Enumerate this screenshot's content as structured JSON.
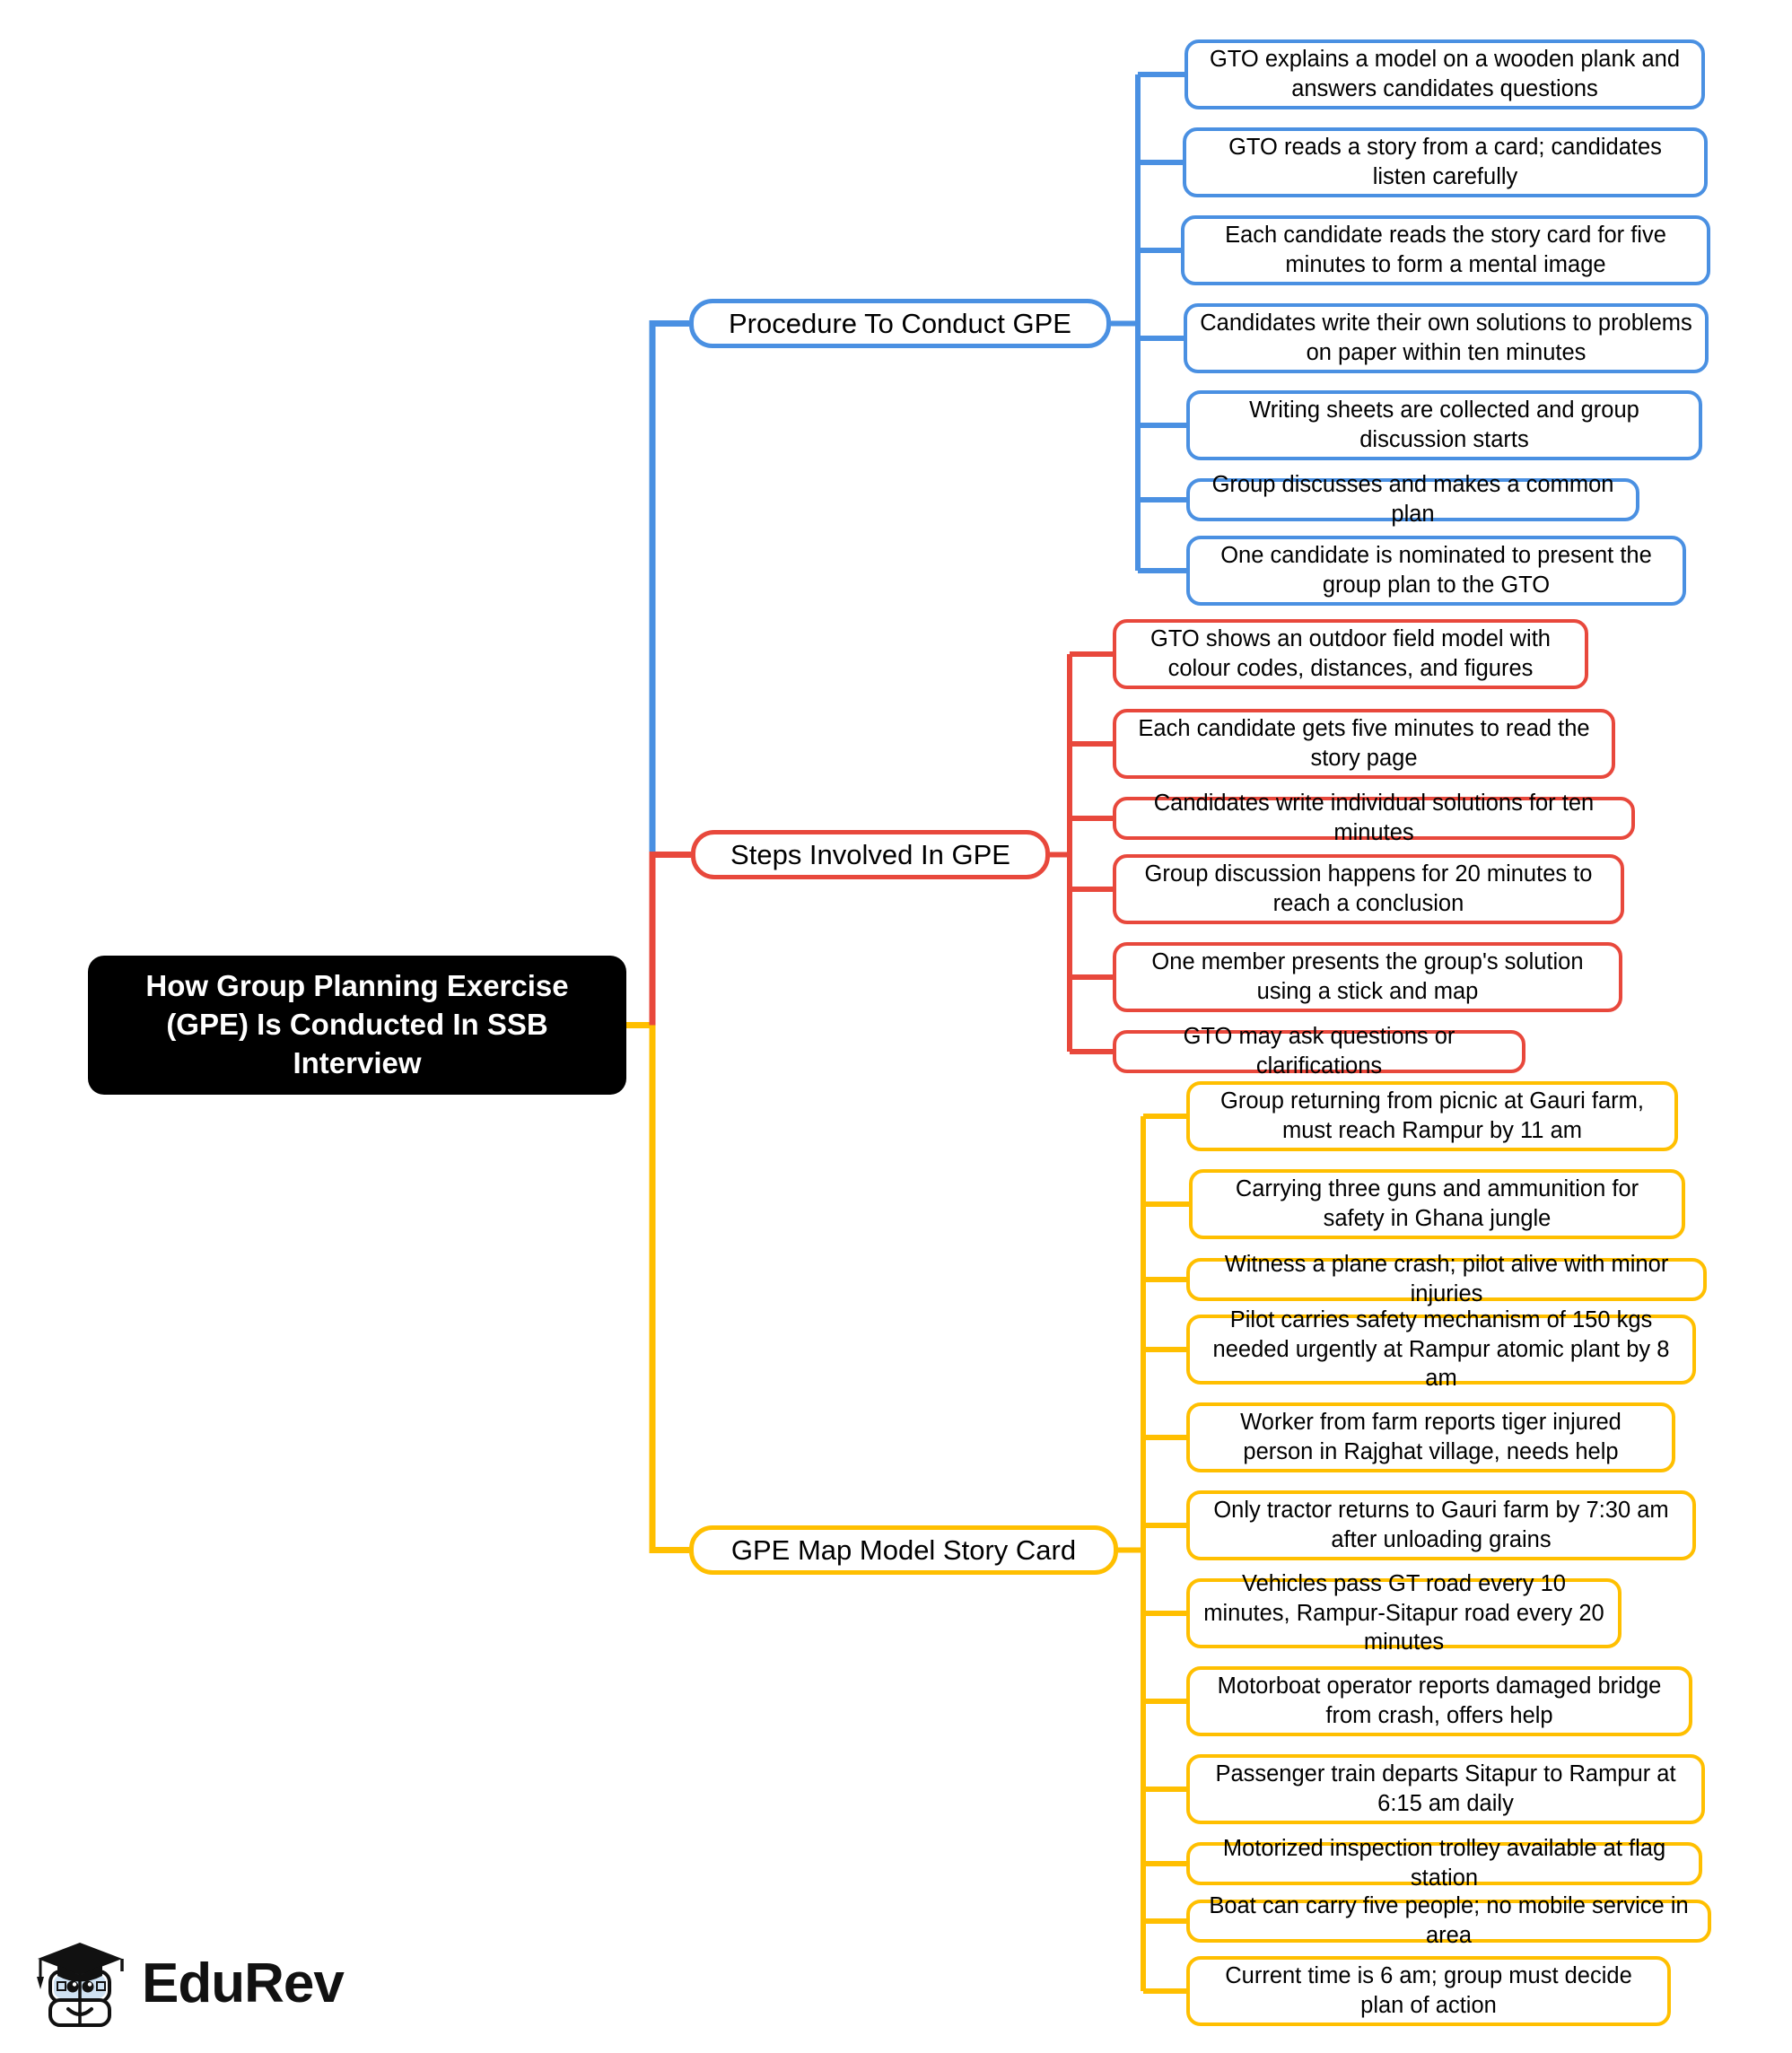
{
  "mindmap": {
    "root": {
      "label": "How Group Planning Exercise (GPE) Is Conducted In SSB Interview",
      "color": "#000000"
    },
    "branches": [
      {
        "label": "Procedure To Conduct GPE",
        "color": "#4a90e2",
        "children": [
          "GTO explains a model on a wooden plank and answers candidates questions",
          "GTO reads a story from a card; candidates listen carefully",
          "Each candidate reads the story card for five minutes to form a mental image",
          "Candidates write their own solutions to problems on paper within ten minutes",
          "Writing sheets are collected and group discussion starts",
          "Group discusses and makes a common plan",
          "One candidate is nominated to present the group plan to the GTO"
        ]
      },
      {
        "label": "Steps Involved In GPE",
        "color": "#e8483c",
        "children": [
          "GTO shows an outdoor field model with colour codes, distances, and figures",
          "Each candidate gets five minutes to read the story page",
          "Candidates write individual solutions for ten minutes",
          "Group discussion happens for 20 minutes to reach a conclusion",
          "One member presents the group's solution using a stick and map",
          "GTO may ask questions or clarifications"
        ]
      },
      {
        "label": "GPE Map Model Story Card",
        "color": "#ffbf00",
        "children": [
          "Group returning from picnic at Gauri farm, must reach Rampur by 11 am",
          "Carrying three guns and ammunition for safety in Ghana jungle",
          "Witness a plane crash; pilot alive with minor injuries",
          "Pilot carries safety mechanism of 150 kgs needed urgently at Rampur atomic plant by 8 am",
          "Worker from farm reports tiger injured person in Rajghat village, needs help",
          "Only tractor returns to Gauri farm by 7:30 am after unloading grains",
          "Vehicles pass GT road every 10 minutes, Rampur-Sitapur road every 20 minutes",
          "Motorboat operator reports damaged bridge from crash, offers help",
          "Passenger train departs Sitapur to Rampur at 6:15 am daily",
          "Motorized inspection trolley available at flag station",
          "Boat can carry five people; no mobile service in area",
          "Current time is 6 am; group must decide plan of action"
        ]
      }
    ]
  },
  "logo": {
    "wordmark": "EduRev",
    "icon": "graduation-cap-mascot-icon"
  }
}
